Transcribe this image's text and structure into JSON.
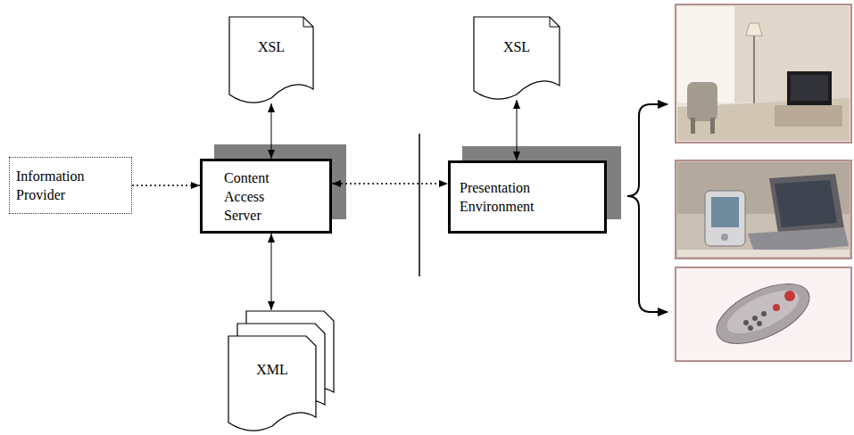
{
  "diagram": {
    "nodes": [
      {
        "text": [
          "Information Provider"
        ]
      },
      {
        "text": [
          "XSL"
        ]
      },
      {
        "text": [
          "Content Access Server"
        ]
      },
      {
        "text": [
          "XML"
        ]
      },
      {
        "text": [
          "XSL"
        ]
      },
      {
        "text": [
          "Presentation Environment"
        ]
      }
    ],
    "edges": [
      {
        "from": 0,
        "to": 2,
        "arrow": "to"
      },
      {
        "from": 1,
        "to": 2,
        "arrow": "both"
      },
      {
        "from": 2,
        "to": 3,
        "arrow": "both"
      },
      {
        "from": 2,
        "to": 5,
        "arrow": "both"
      },
      {
        "from": 4,
        "to": 5,
        "arrow": "both"
      }
    ]
  }
}
